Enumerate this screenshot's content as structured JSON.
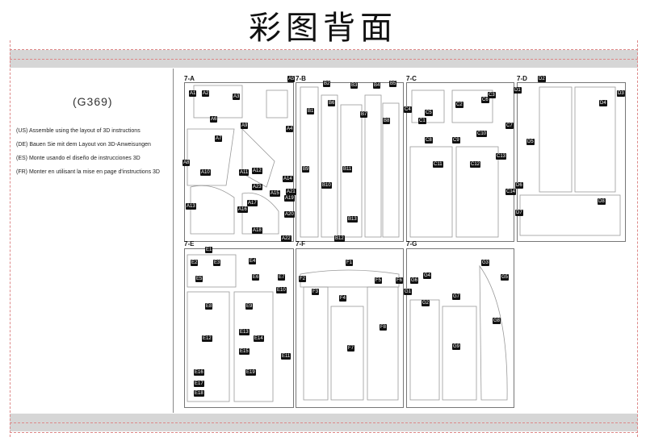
{
  "header": {
    "title": "彩图背面"
  },
  "model_code": "(G369)",
  "instructions": [
    {
      "lang": "(US)",
      "text": "Assemble using the layout of 3D instructions"
    },
    {
      "lang": "(DE)",
      "text": "Bauen Sie mit dem Layout von 3D-Anweisungen"
    },
    {
      "lang": "(ES)",
      "text": "Monte usando el diseño de instrucciones 3D"
    },
    {
      "lang": "(FR)",
      "text": "Monter en utilisant la mise en page d'instructions 3D"
    }
  ],
  "panels": {
    "a": {
      "label": "7-A",
      "tags": [
        "A1",
        "A2",
        "A3",
        "A4",
        "A5",
        "A6",
        "A7",
        "A8",
        "A9",
        "A10",
        "A11",
        "A12",
        "A13",
        "A14",
        "A15",
        "A16",
        "A17",
        "A18",
        "A19",
        "A20",
        "A21",
        "A22",
        "A23"
      ]
    },
    "b": {
      "label": "7-B",
      "tags": [
        "B1",
        "B2",
        "B3",
        "B4",
        "B5",
        "B6",
        "B7",
        "B8",
        "B9",
        "B10",
        "B11",
        "B12",
        "B13"
      ]
    },
    "c": {
      "label": "7-C",
      "tags": [
        "C1",
        "C2",
        "C3",
        "C4",
        "C5",
        "C6",
        "C7",
        "C8",
        "C9",
        "C10",
        "C11",
        "C12",
        "C13",
        "C14"
      ]
    },
    "d": {
      "label": "7-D",
      "tags": [
        "D1",
        "D2",
        "D3",
        "D4",
        "D5",
        "D6",
        "D7",
        "D8"
      ]
    },
    "e": {
      "label": "7-E",
      "tags": [
        "E1",
        "E2",
        "E3",
        "E4",
        "E5",
        "E6",
        "E7",
        "E8",
        "E9",
        "E10",
        "E11",
        "E12",
        "E13",
        "E14",
        "E15",
        "E16",
        "E17",
        "E18",
        "E19"
      ]
    },
    "f": {
      "label": "7-F",
      "tags": [
        "F1",
        "F2",
        "F3",
        "F4",
        "F5",
        "F6",
        "F7",
        "F8"
      ]
    },
    "g": {
      "label": "7-G",
      "tags": [
        "G1",
        "G2",
        "G3",
        "G4",
        "G5",
        "G6",
        "G7",
        "G8",
        "G9"
      ]
    }
  }
}
